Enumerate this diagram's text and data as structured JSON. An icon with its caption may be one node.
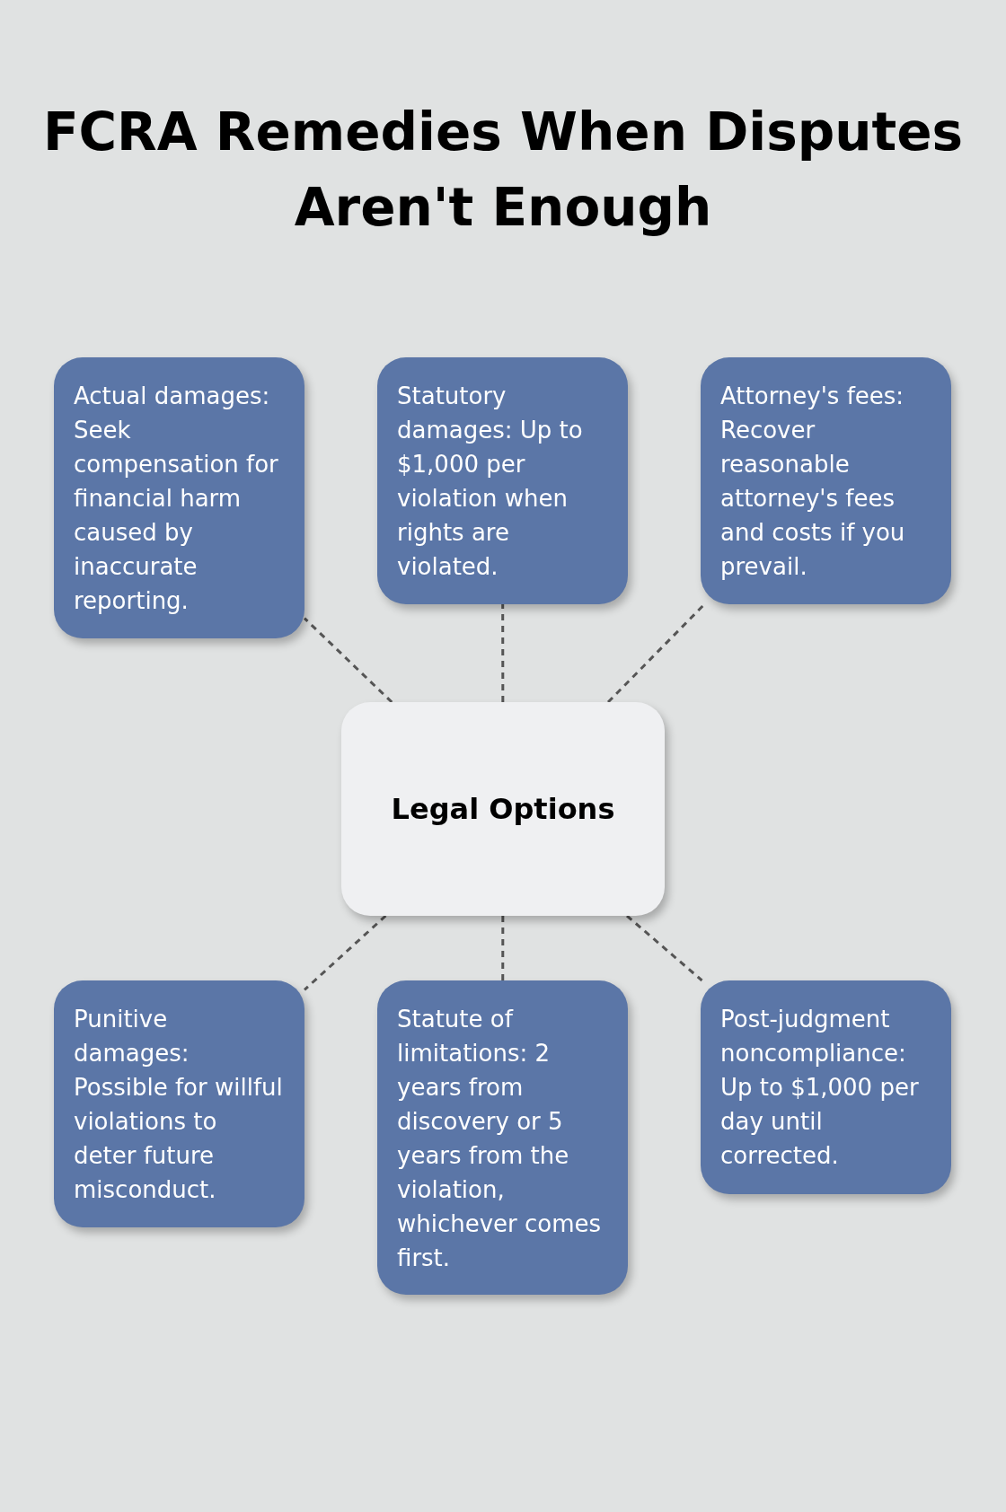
{
  "diagram": {
    "title": "FCRA Remedies When Disputes Aren't Enough",
    "nodes": [
      {
        "text": [
          "Actual damages: Seek compensation for financial harm caused by inaccurate reporting."
        ]
      },
      {
        "text": [
          "Statutory damages: Up to $1,000 per violation when rights are violated."
        ]
      },
      {
        "text": [
          "Attorney's fees: Recover reasonable attorney's fees and costs if you prevail."
        ]
      },
      {
        "text": [
          "Legal Options"
        ]
      },
      {
        "text": [
          "Punitive damages: Possible for willful violations to deter future misconduct."
        ]
      },
      {
        "text": [
          "Statute of limitations: 2 years from discovery or 5 years from the violation, whichever comes first."
        ]
      },
      {
        "text": [
          "Post-judgment noncompliance: Up to $1,000 per day until corrected."
        ]
      }
    ],
    "edges": [
      {
        "from": 3,
        "to": 0,
        "arrow": "none",
        "style": "dashed"
      },
      {
        "from": 3,
        "to": 1,
        "arrow": "none",
        "style": "dashed"
      },
      {
        "from": 3,
        "to": 2,
        "arrow": "none",
        "style": "dashed"
      },
      {
        "from": 3,
        "to": 4,
        "arrow": "none",
        "style": "dashed"
      },
      {
        "from": 3,
        "to": 5,
        "arrow": "none",
        "style": "dashed"
      },
      {
        "from": 3,
        "to": 6,
        "arrow": "none",
        "style": "dashed"
      }
    ]
  }
}
